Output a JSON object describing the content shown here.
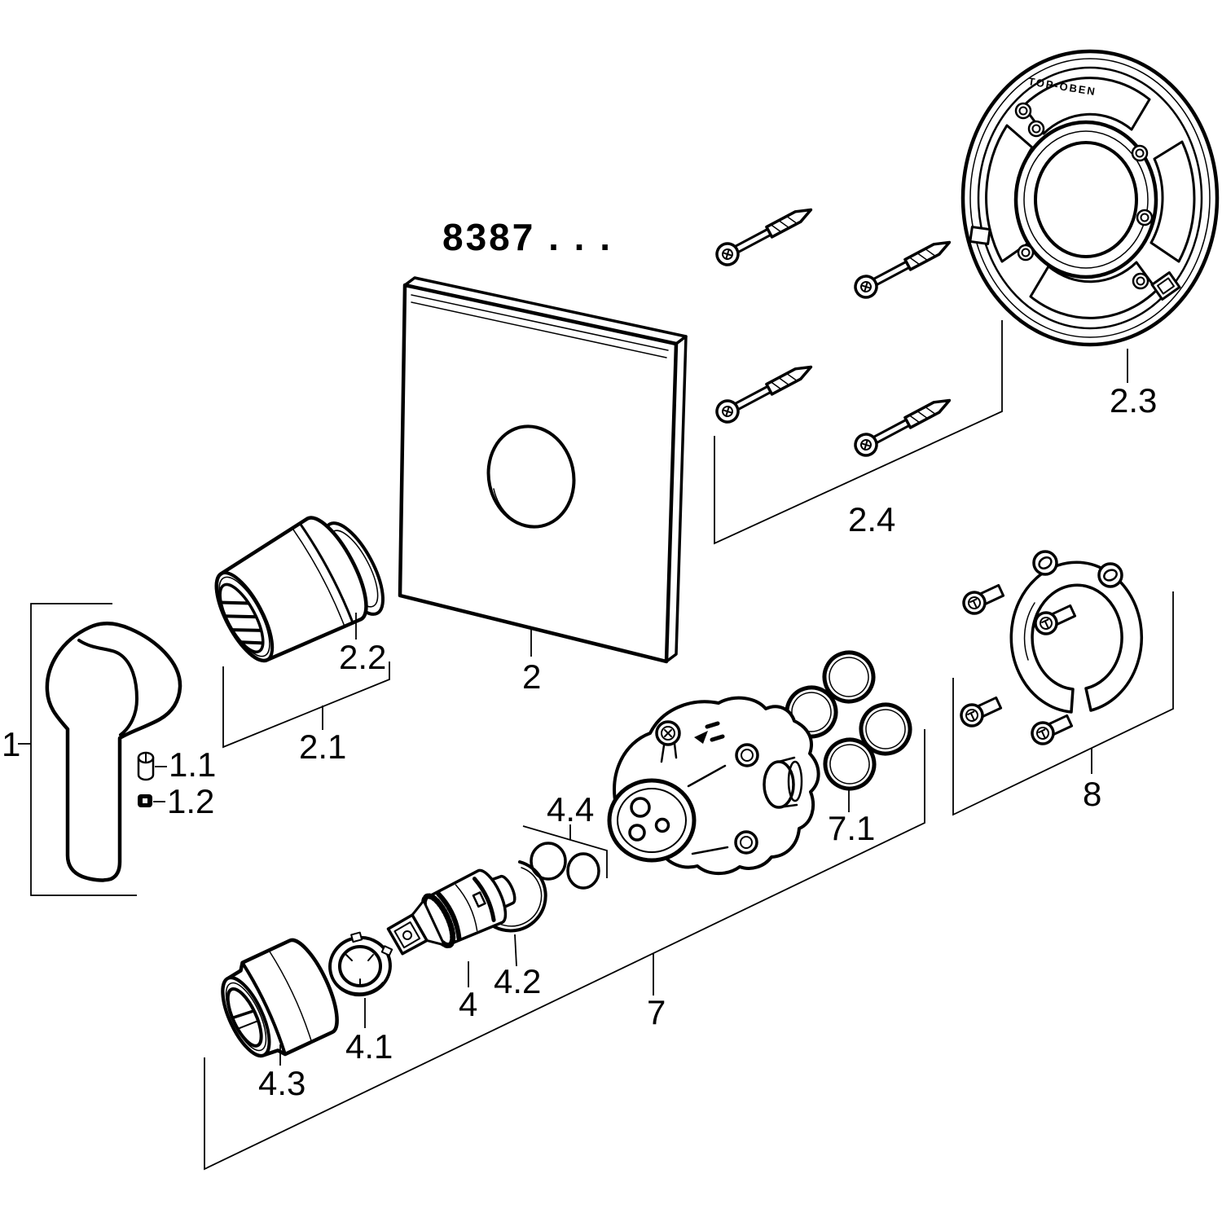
{
  "diagram": {
    "title": "8387 . . .",
    "ring_marking": "TOP-OBEN"
  },
  "callouts": {
    "c1": "1",
    "c1_1": "1.1",
    "c1_2": "1.2",
    "c2": "2",
    "c2_1": "2.1",
    "c2_2": "2.2",
    "c2_3": "2.3",
    "c2_4": "2.4",
    "c4": "4",
    "c4_1": "4.1",
    "c4_2": "4.2",
    "c4_3": "4.3",
    "c4_4": "4.4",
    "c7": "7",
    "c7_1": "7.1",
    "c8": "8"
  }
}
